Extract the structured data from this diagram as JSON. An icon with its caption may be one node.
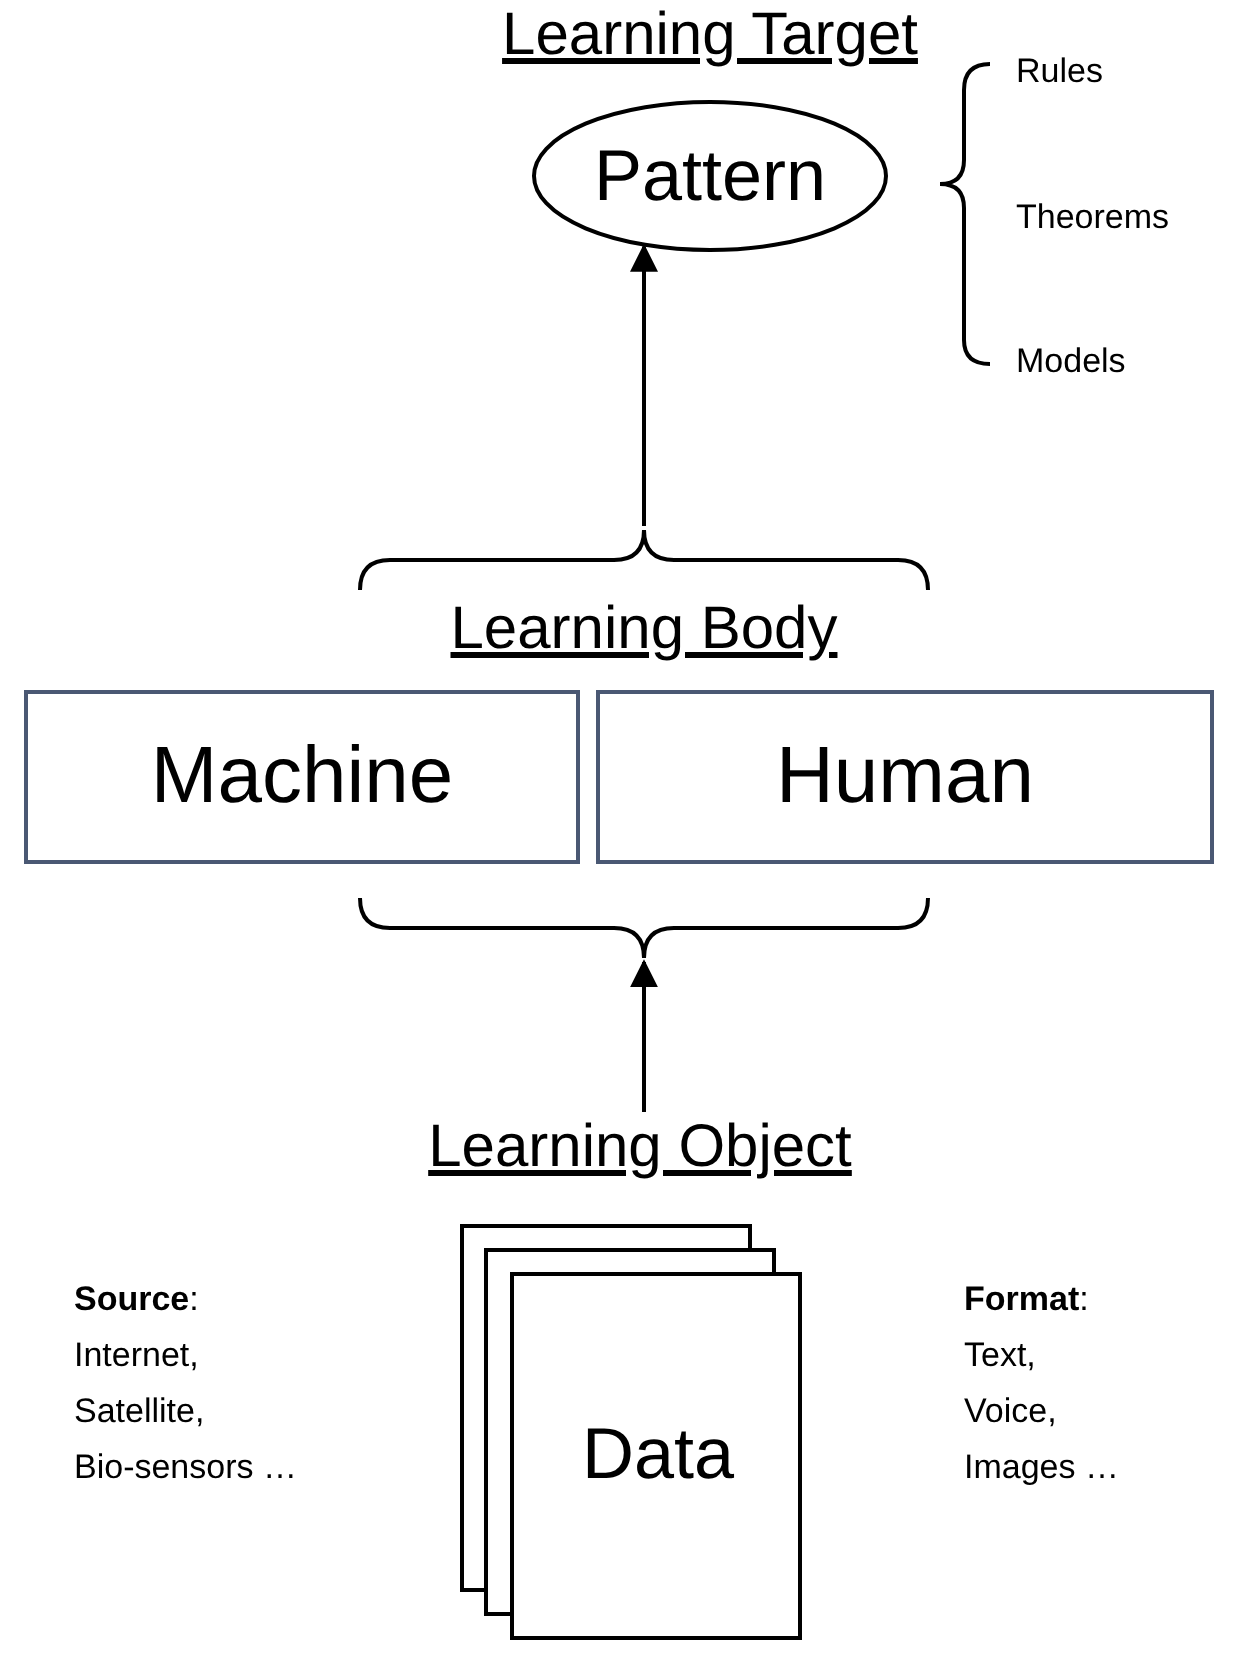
{
  "diagram": {
    "nodes": [
      {
        "text": [
          "Learning Target",
          "Pattern"
        ]
      },
      {
        "text": [
          "Learning Body"
        ]
      },
      {
        "text": [
          "Machine"
        ],
        "in": 1
      },
      {
        "text": [
          "Human"
        ],
        "in": 1
      },
      {
        "text": [
          "Learning Object",
          "Data"
        ]
      }
    ],
    "edges": [
      {
        "from": 1,
        "to": 0,
        "arrow": "to"
      },
      {
        "from": 4,
        "to": 1,
        "arrow": "to"
      }
    ],
    "labels": [
      "Rules",
      "Theorems",
      "Models",
      "**Source**: Internet, Satellite, Bio-sensors …",
      "**Format**: Text, Voice, Images …"
    ]
  }
}
